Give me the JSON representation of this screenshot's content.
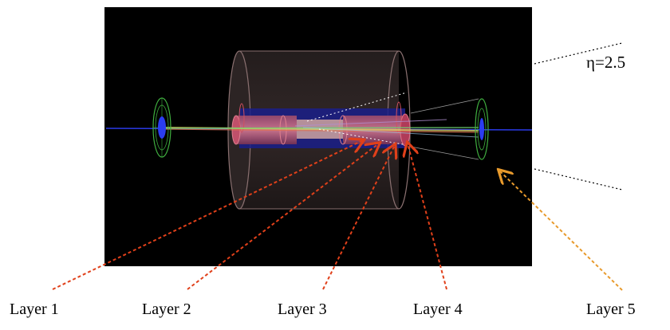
{
  "eta_label": "η=2.5",
  "layers": [
    "Layer 1",
    "Layer 2",
    "Layer 3",
    "Layer 4",
    "Layer 5"
  ],
  "colors": {
    "background": "#000000",
    "barrel": "#a07070",
    "beam": "#2233dd",
    "arrow_red": "#e0401a",
    "arrow_orange": "#e89a2c",
    "endcap": "#3fae3f"
  }
}
